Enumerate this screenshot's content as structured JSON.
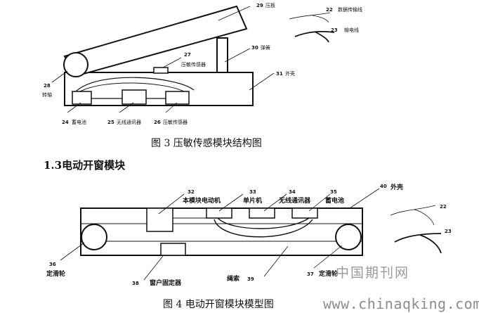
{
  "figure3": {
    "caption": "图 3 压敏传感模块结构图",
    "labels": {
      "n29": "29",
      "t29": "压板",
      "n22": "22",
      "t22": "数据传输线",
      "n23": "23",
      "t23": "输电线",
      "n30": "30",
      "t30": "弹簧",
      "n27": "27",
      "t27": "压敏传感器",
      "n31": "31",
      "t31": "外壳",
      "n28": "28",
      "t28": "转轴",
      "n24": "24",
      "t24": "蓄电池",
      "n25": "25",
      "t25": "无线通讯器",
      "n26": "26",
      "t26": "压敏传感器"
    }
  },
  "section_heading": "1.3电动开窗模块",
  "figure4": {
    "caption": "图 4 电动开窗模块模型图",
    "labels": {
      "n32": "32",
      "t32": "本模块电动机",
      "n33": "33",
      "t33": "单片机",
      "n34": "34",
      "t34": "无线通讯器",
      "n35": "35",
      "t35": "蓄电池",
      "n40": "40",
      "t40": "外壳",
      "n22": "22",
      "n23": "23",
      "n36": "36",
      "t36": "定滑轮",
      "n38": "38",
      "t38": "窗户固定器",
      "t39": "绳索",
      "n39": "39",
      "n37": "37",
      "t37": "定滑轮"
    }
  },
  "watermark": {
    "cn": "中国期刊网",
    "url": "www.chinaqking.com"
  }
}
